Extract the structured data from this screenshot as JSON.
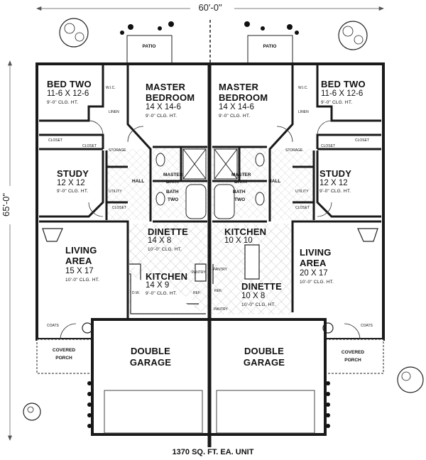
{
  "dimensions": {
    "width": "60'-0\"",
    "depth": "65'-0\""
  },
  "footer": "1370 SQ. FT. EA. UNIT",
  "units": {
    "left": {
      "patio": "PATIO",
      "bed_two": {
        "name": "BED TWO",
        "size": "11-6 X 12-6",
        "ceiling": "9'-0\" CLG. HT."
      },
      "wic": "W.I.C.",
      "master": {
        "name_line1": "MASTER",
        "name_line2": "BEDROOM",
        "size": "14 X 14-6",
        "ceiling": "9'-0\" CLG. HT."
      },
      "linen": "LINEN",
      "closet_a": "CLOSET",
      "closet_b": "CLOSET",
      "storage": "STORAGE",
      "study": {
        "name": "STUDY",
        "size": "12 X 12",
        "ceiling": "9'-0\" CLG. HT."
      },
      "hall": "HALL",
      "utility": "UTILITY",
      "closet_c": "CLOSET",
      "master_bath_line1": "MASTER",
      "master_bath_line2": "BATH",
      "bath_two_line1": "BATH",
      "bath_two_line2": "TWO",
      "dinette": {
        "name": "DINETTE",
        "size": "14 X 8",
        "ceiling": "10'-0\" CLG. HT."
      },
      "kitchen": {
        "name": "KITCHEN",
        "size": "14 X 9",
        "ceiling": "9'-0\" CLG. HT."
      },
      "pantry": "PANTRY",
      "ref": "REF.",
      "dw": "D.W.",
      "living": {
        "name_line1": "LIVING",
        "name_line2": "AREA",
        "size": "15 X 17",
        "ceiling": "10'-0\" CLG. HT."
      },
      "coats": "COATS",
      "porch_line1": "COVERED",
      "porch_line2": "PORCH",
      "garage_line1": "DOUBLE",
      "garage_line2": "GARAGE"
    },
    "right": {
      "patio": "PATIO",
      "bed_two": {
        "name": "BED TWO",
        "size": "11-6 X 12-6",
        "ceiling": "9'-0\" CLG. HT."
      },
      "wic": "W.I.C.",
      "master": {
        "name_line1": "MASTER",
        "name_line2": "BEDROOM",
        "size": "14 X 14-6",
        "ceiling": "9'-0\" CLG. HT."
      },
      "linen": "LINEN",
      "closet_a": "CLOSET",
      "closet_b": "CLOSET",
      "storage": "STORAGE",
      "study": {
        "name": "STUDY",
        "size": "12 X 12",
        "ceiling": "9'-0\" CLG. HT."
      },
      "hall": "HALL",
      "utility": "UTILITY",
      "closet_c": "CLOSET",
      "master_bath_line1": "MASTER",
      "master_bath_line2": "BATH",
      "bath_two_line1": "BATH",
      "bath_two_line2": "TWO",
      "kitchen": {
        "name": "KITCHEN",
        "size": "10 X 10"
      },
      "pantry_a": "PANTRY",
      "pantry_b": "PANTRY",
      "ref": "REF.",
      "dinette": {
        "name": "DINETTE",
        "size": "10 X 8",
        "ceiling": "10'-0\" CLG. HT."
      },
      "living": {
        "name_line1": "LIVING",
        "name_line2": "AREA",
        "size": "20 X 17",
        "ceiling": "10'-0\" CLG. HT."
      },
      "coats": "COATS",
      "porch_line1": "COVERED",
      "porch_line2": "PORCH",
      "garage_line1": "DOUBLE",
      "garage_line2": "GARAGE"
    }
  }
}
